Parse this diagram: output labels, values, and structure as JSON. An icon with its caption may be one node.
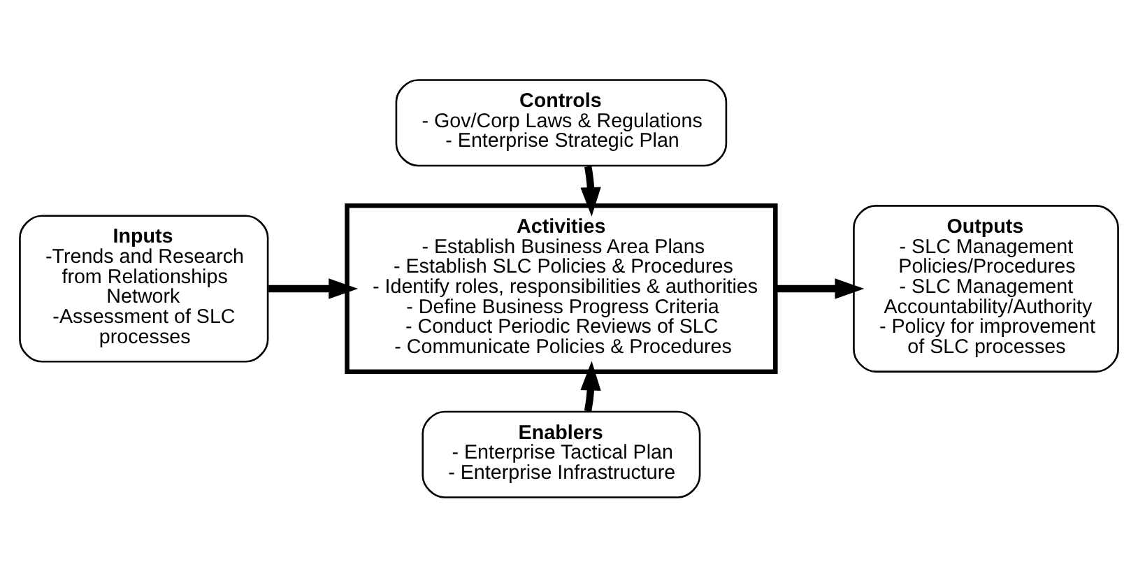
{
  "diagram": {
    "nodes": [
      {
        "text": [
          "Controls",
          "- Gov/Corp Laws & Regulations",
          "- Enterprise Strategic Plan"
        ]
      },
      {
        "text": [
          "Inputs",
          "-Trends and Research from Relationships Network",
          "-Assessment of SLC processes"
        ]
      },
      {
        "text": [
          "Activities",
          "- Establish Business Area Plans",
          "- Establish SLC Policies & Procedures",
          "- Identify roles, responsibilities & authorities",
          "- Define Business Progress Criteria",
          "- Conduct Periodic Reviews of SLC",
          "- Communicate Policies & Procedures"
        ]
      },
      {
        "text": [
          "Outputs",
          "- SLC Management Policies/Procedures",
          "- SLC Management Accountability/Authority",
          "- Policy for improvement of SLC processes"
        ]
      },
      {
        "text": [
          "Enablers",
          "- Enterprise Tactical Plan",
          "- Enterprise Infrastructure"
        ]
      }
    ],
    "edges": [
      {
        "from": 0,
        "to": 2,
        "arrow": "to"
      },
      {
        "from": 1,
        "to": 2,
        "arrow": "to"
      },
      {
        "from": 2,
        "to": 3,
        "arrow": "to"
      },
      {
        "from": 4,
        "to": 2,
        "arrow": "to"
      }
    ]
  }
}
